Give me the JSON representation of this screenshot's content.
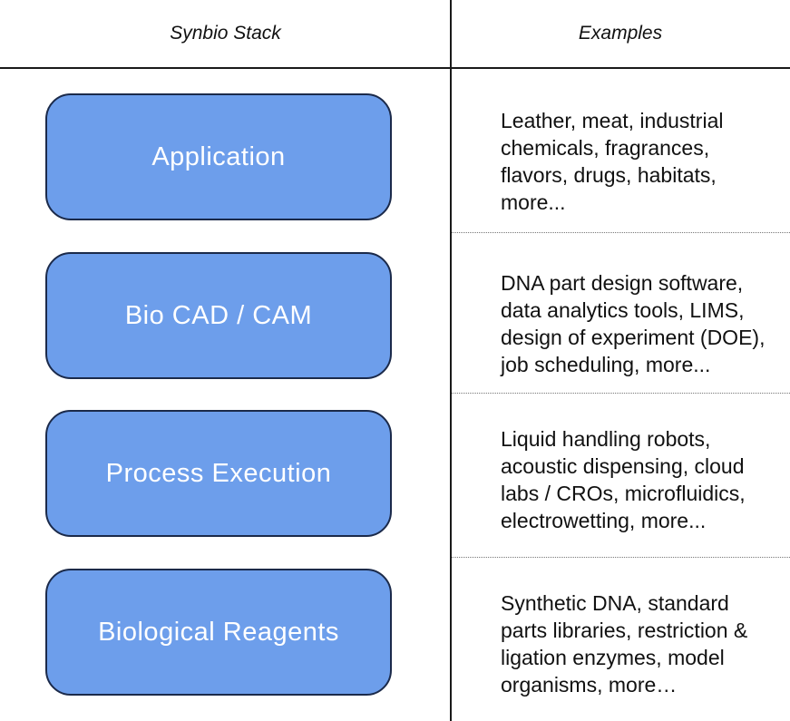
{
  "header": {
    "left_title": "Synbio Stack",
    "right_title": "Examples"
  },
  "colors": {
    "box_fill": "#6d9eeb",
    "box_border": "#1b2a4a",
    "box_text": "#ffffff",
    "line_color": "#1a1a1a",
    "dotted_color": "#777777",
    "text_color": "#111111"
  },
  "rows": [
    {
      "label": "Application",
      "examples": "Leather, meat, industrial\nchemicals, fragrances,\nflavors, drugs, habitats,\nmore..."
    },
    {
      "label": "Bio CAD / CAM",
      "examples": "DNA part design software,\ndata analytics tools, LIMS,\ndesign of experiment (DOE),\njob scheduling, more..."
    },
    {
      "label": "Process Execution",
      "examples": "Liquid handling robots,\nacoustic dispensing, cloud\nlabs / CROs, microfluidics,\nelectrowetting, more..."
    },
    {
      "label": "Biological Reagents",
      "examples": "Synthetic DNA, standard\nparts libraries, restriction &\nligation enzymes, model\norganisms, more…"
    }
  ]
}
